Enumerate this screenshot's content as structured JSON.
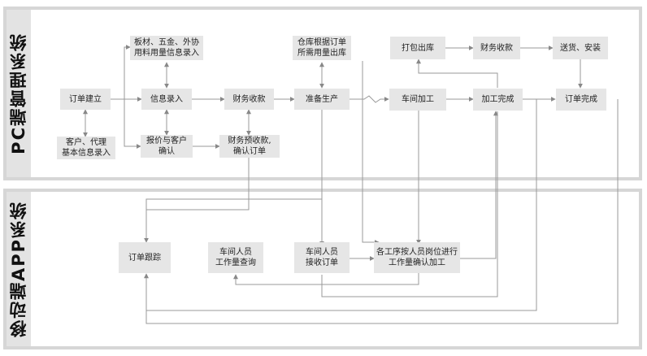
{
  "sections": {
    "pc": {
      "title": "PC端管理系统"
    },
    "app": {
      "title": "移动端APP系统"
    }
  },
  "nodes": {
    "order_create": "订单建立",
    "customer_info": "客户、代理\n基本信息录入",
    "materials_info": "板材、五金、外协\n用料用量信息录入",
    "info_entry": "信息录入",
    "quote_confirm": "报价与客户\n确认",
    "finance_receipt_1": "财务收款",
    "finance_prepay": "财务预收款,\n确认订单",
    "warehouse_out": "仓库根据订单\n所需用量出库",
    "prepare_production": "准备生产",
    "pack_out": "打包出库",
    "finance_receipt_2": "财务收款",
    "delivery_install": "送货、安装",
    "workshop_process": "车间加工",
    "process_done": "加工完成",
    "order_done": "订单完成",
    "order_tracking": "订单跟踪",
    "workshop_query": "车间人员\n工作量查询",
    "workshop_accept": "车间人员\n接收订单",
    "process_confirm": "各工序按人员岗位进行\n工作量确认加工"
  }
}
